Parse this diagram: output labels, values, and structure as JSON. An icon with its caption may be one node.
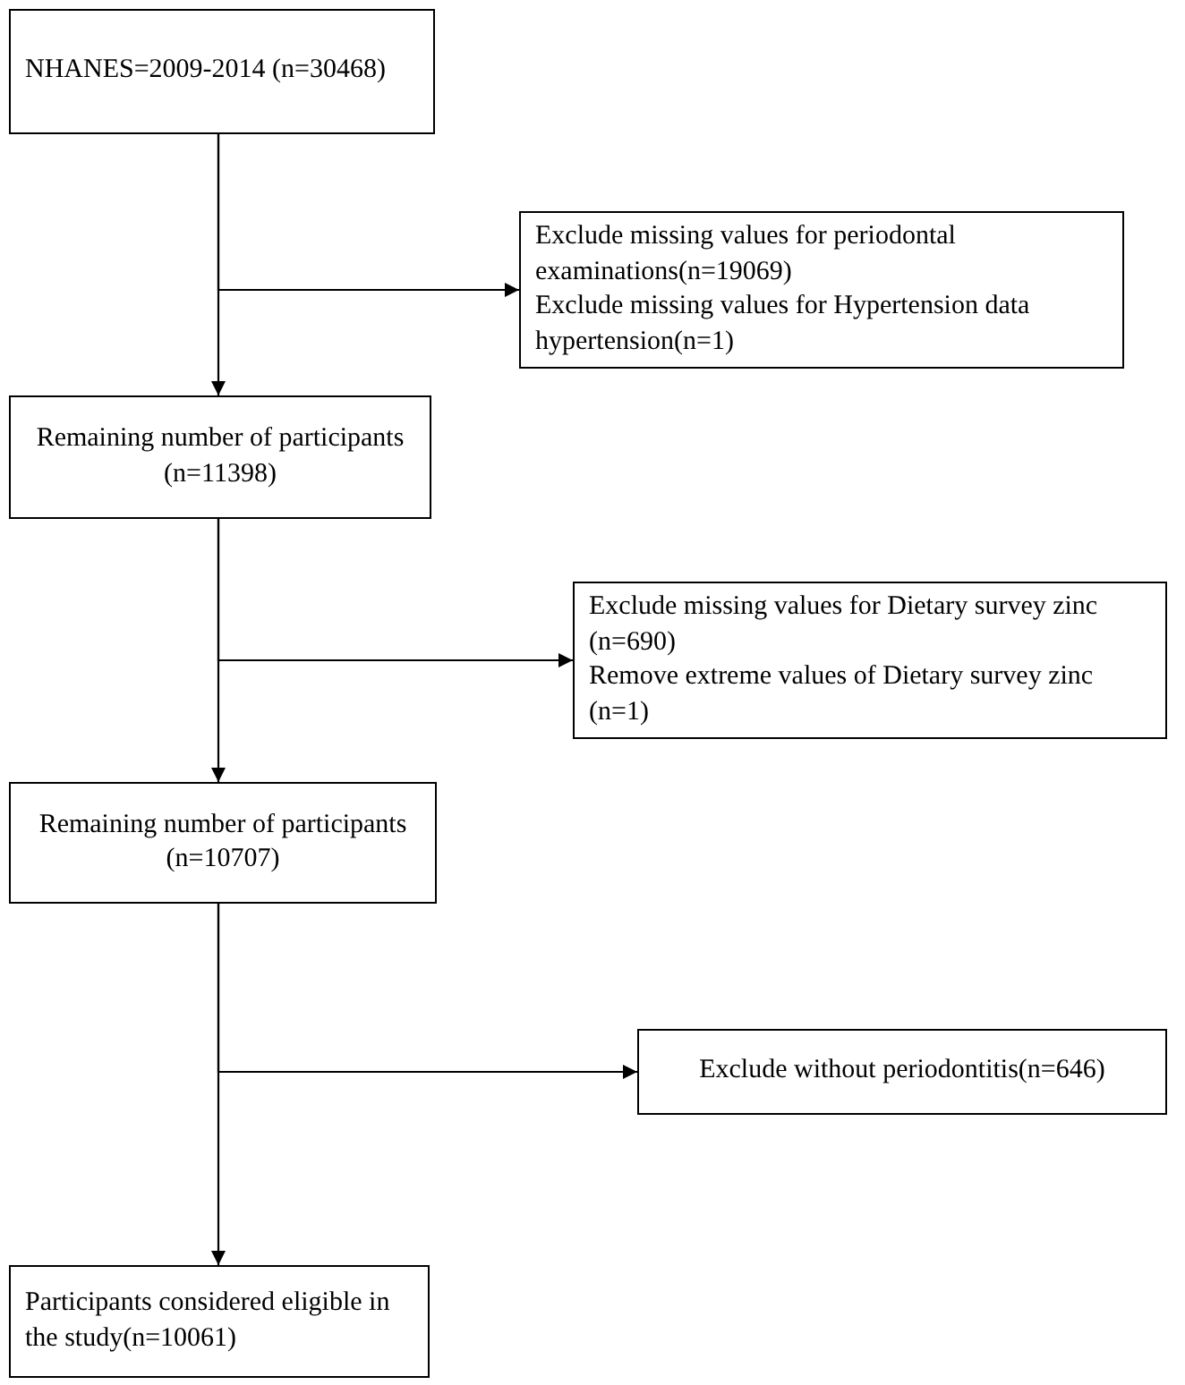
{
  "diagram": {
    "nodes": [
      {
        "text": [
          "NHANES=2009-2014 (n=30468)"
        ]
      },
      {
        "text": [
          "Exclude missing values for periodontal examinations(n=19069)",
          "Exclude missing values for Hypertension data hypertension(n=1)"
        ]
      },
      {
        "text": [
          "Remaining number of participants (n=11398)"
        ]
      },
      {
        "text": [
          "Exclude missing values for Dietary survey zinc (n=690)",
          "Remove extreme values of Dietary survey zinc (n=1)"
        ]
      },
      {
        "text": [
          "Remaining number of participants (n=10707)"
        ]
      },
      {
        "text": [
          "Exclude without periodontitis(n=646)"
        ]
      },
      {
        "text": [
          "Participants considered eligible in the study(n=10061)"
        ]
      }
    ],
    "edges": [
      {
        "from": 0,
        "to": 2,
        "arrow": "to"
      },
      {
        "from": 0,
        "to": 1,
        "arrow": "to"
      },
      {
        "from": 2,
        "to": 4,
        "arrow": "to"
      },
      {
        "from": 2,
        "to": 3,
        "arrow": "to"
      },
      {
        "from": 4,
        "to": 6,
        "arrow": "to"
      },
      {
        "from": 4,
        "to": 5,
        "arrow": "to"
      }
    ]
  }
}
